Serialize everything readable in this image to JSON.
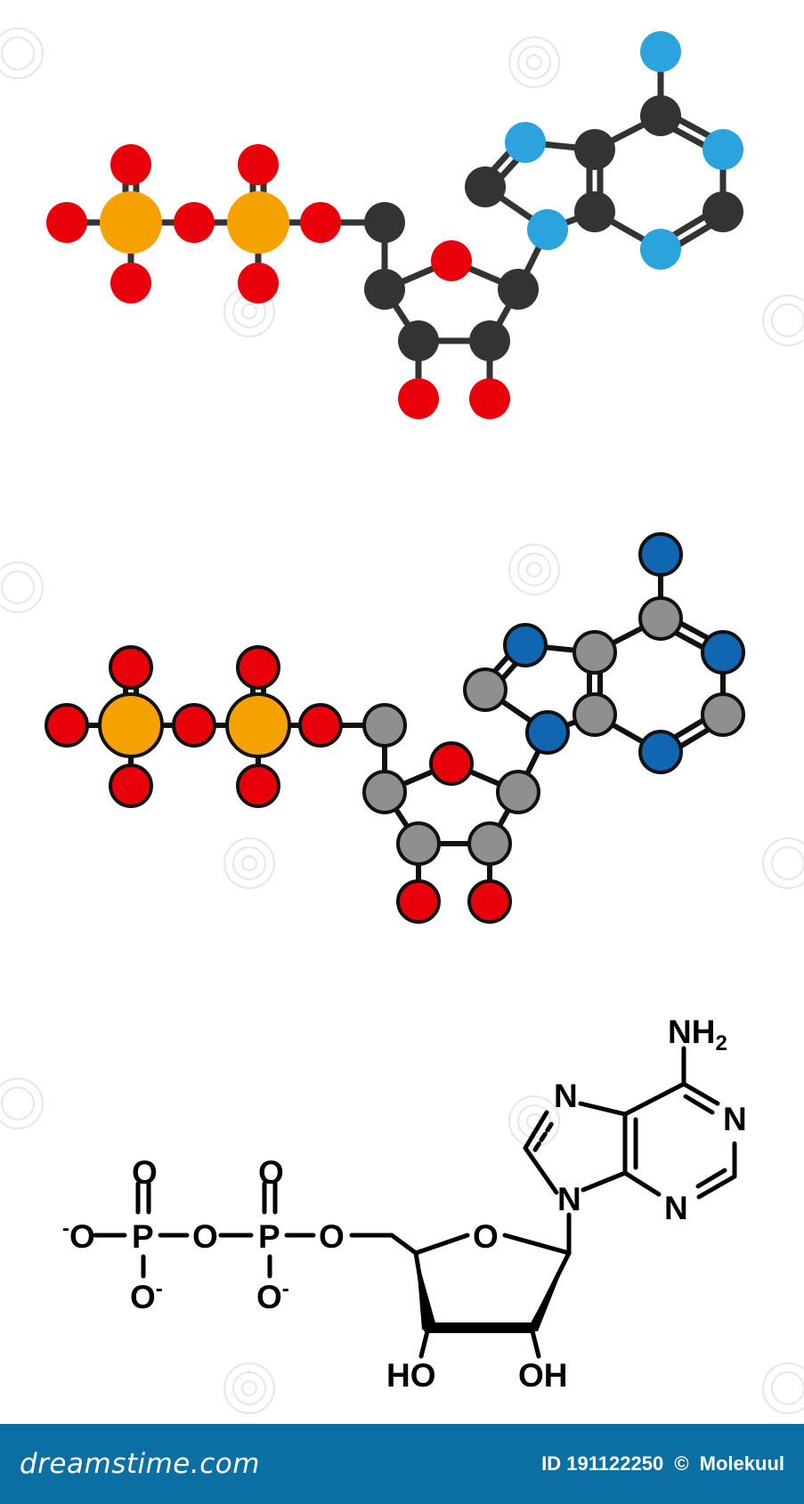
{
  "footer": {
    "logo_text": "dreamstime.com",
    "image_id": "ID 191122250",
    "copyright": "©",
    "author": "Molekuul"
  },
  "palette": {
    "oxygen": "#e8000b",
    "phosphorus": "#f5a200",
    "carbon_dark": "#333333",
    "carbon_grey": "#8f8f8f",
    "nitrogen_light": "#2da3dd",
    "nitrogen_dark": "#1166b1",
    "footer_bg": "#0b6fa4"
  },
  "structure": {
    "atoms": [
      {
        "label": "NH2",
        "text": "NH",
        "sub": "2"
      },
      {
        "label": "N7",
        "text": "N"
      },
      {
        "label": "N1",
        "text": "N"
      },
      {
        "label": "N9",
        "text": "N"
      },
      {
        "label": "N3",
        "text": "N"
      },
      {
        "label": "O_ring",
        "text": "O"
      },
      {
        "label": "O_link2",
        "text": "O"
      },
      {
        "label": "O_bridge",
        "text": "O"
      },
      {
        "label": "P1",
        "text": "P"
      },
      {
        "label": "P2",
        "text": "P"
      },
      {
        "label": "O_p1_top",
        "text": "O"
      },
      {
        "label": "O_p2_top",
        "text": "O"
      },
      {
        "label": "O_p1_left",
        "text": "O",
        "charge": "-"
      },
      {
        "label": "O_p1_bottom",
        "text": "O",
        "charge": "-"
      },
      {
        "label": "O_p2_bottom",
        "text": "O",
        "charge": "-"
      },
      {
        "label": "OH_left",
        "text": "HO"
      },
      {
        "label": "OH_right",
        "text": "OH"
      }
    ]
  }
}
